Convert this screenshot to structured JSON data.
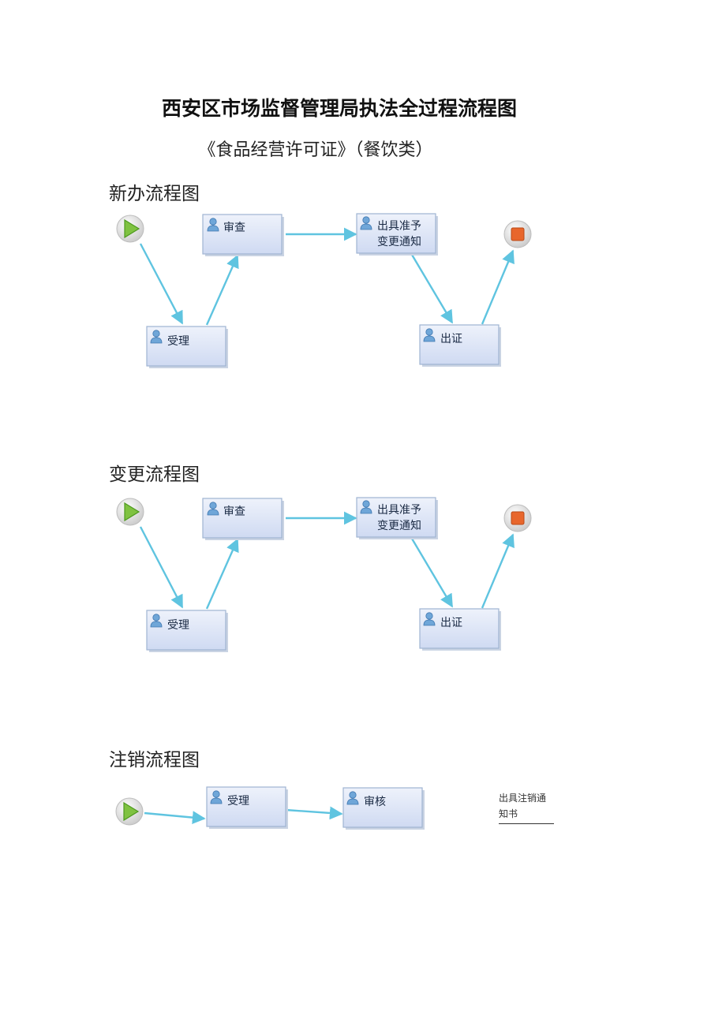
{
  "title": "西安区市场监督管理局执法全过程流程图",
  "subtitle": "《食品经营许可证》（餐饮类）",
  "sections": [
    {
      "heading": "新办流程图",
      "nodes": {
        "review": "审查",
        "notice": [
          "出具准予",
          "变更通知"
        ],
        "accept": "受理",
        "issue": "出证"
      }
    },
    {
      "heading": "变更流程图",
      "nodes": {
        "review": "审查",
        "notice": [
          "出具准予",
          "变更通知"
        ],
        "accept": "受理",
        "issue": "出证"
      }
    },
    {
      "heading": "注销流程图",
      "nodes": {
        "accept": "受理",
        "audit": "审核"
      },
      "side_note": "出具注销通知书"
    }
  ],
  "colors": {
    "edge": "#5fc4e0",
    "start_fill": "#7fc241",
    "end_fill": "#e8662c",
    "node_fill_top": "#eef2fb",
    "node_fill_bottom": "#cfdaf2",
    "node_border": "#9fb4d2"
  },
  "icons": {
    "start": "play-start-icon",
    "end": "stop-end-icon",
    "node": "user-icon"
  }
}
